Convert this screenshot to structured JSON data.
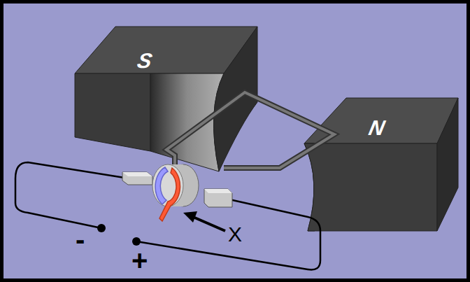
{
  "diagram": {
    "nodes": [
      {
        "text": [
          "S"
        ]
      },
      {
        "text": [
          "N"
        ]
      }
    ],
    "labels": [
      "X",
      "-",
      "+"
    ]
  }
}
